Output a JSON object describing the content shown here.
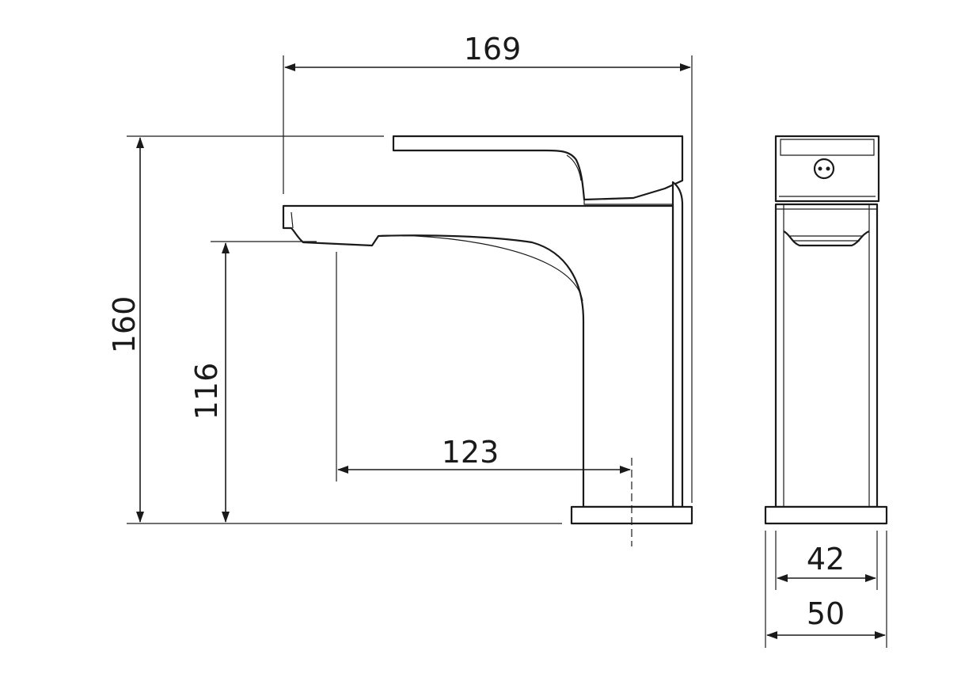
{
  "drawing": {
    "dimensions": {
      "overall_width": "169",
      "overall_height": "160",
      "spout_height": "116",
      "spout_reach": "123",
      "side_inner_width": "42",
      "side_outer_width": "50"
    }
  },
  "style": {
    "line_color": "#1a1a1a",
    "background": "#ffffff"
  }
}
